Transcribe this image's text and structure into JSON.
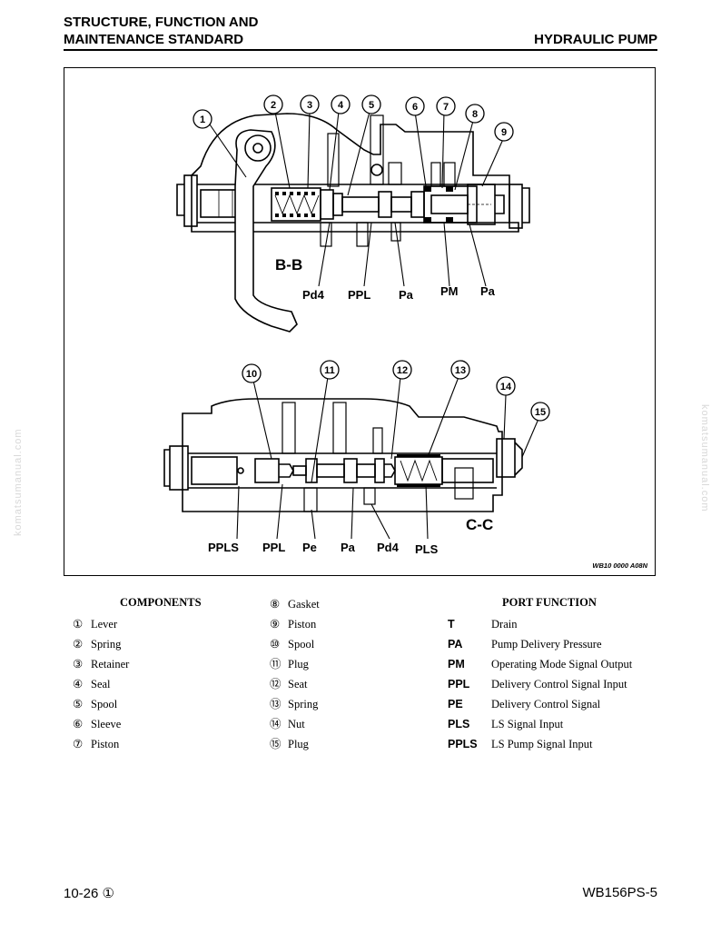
{
  "header": {
    "left_line1": "STRUCTURE, FUNCTION AND",
    "left_line2": "MAINTENANCE STANDARD",
    "right": "HYDRAULIC PUMP"
  },
  "watermark": "komatsumanual.com",
  "figure": {
    "id": "WB10 0000 A08N",
    "section_bb": "B-B",
    "section_cc": "C-C",
    "bb_ports": [
      "Pd4",
      "PPL",
      "Pa",
      "PM",
      "Pa"
    ],
    "cc_ports": [
      "PPLS",
      "PPL",
      "Pe",
      "Pa",
      "Pd4",
      "PLS"
    ],
    "bb_callouts": [
      "1",
      "2",
      "3",
      "4",
      "5",
      "6",
      "7",
      "8",
      "9"
    ],
    "cc_callouts": [
      "10",
      "11",
      "12",
      "13",
      "14",
      "15"
    ]
  },
  "components": {
    "heading": "COMPONENTS",
    "items": [
      {
        "num": "①",
        "name": "Lever"
      },
      {
        "num": "②",
        "name": "Spring"
      },
      {
        "num": "③",
        "name": "Retainer"
      },
      {
        "num": "④",
        "name": "Seal"
      },
      {
        "num": "⑤",
        "name": "Spool"
      },
      {
        "num": "⑥",
        "name": "Sleeve"
      },
      {
        "num": "⑦",
        "name": "Piston"
      },
      {
        "num": "⑧",
        "name": "Gasket"
      },
      {
        "num": "⑨",
        "name": "Piston"
      },
      {
        "num": "⑩",
        "name": "Spool"
      },
      {
        "num": "⑪",
        "name": "Plug"
      },
      {
        "num": "⑫",
        "name": "Seat"
      },
      {
        "num": "⑬",
        "name": "Spring"
      },
      {
        "num": "⑭",
        "name": "Nut"
      },
      {
        "num": "⑮",
        "name": "Plug"
      }
    ]
  },
  "ports": {
    "heading": "PORT FUNCTION",
    "items": [
      {
        "code": "T",
        "desc": "Drain"
      },
      {
        "code": "PA",
        "desc": "Pump Delivery Pressure"
      },
      {
        "code": "PM",
        "desc": "Operating Mode Signal Output"
      },
      {
        "code": "PPL",
        "desc": "Delivery Control Signal Input"
      },
      {
        "code": "PE",
        "desc": "Delivery Control Signal"
      },
      {
        "code": "PLS",
        "desc": "LS Signal Input"
      },
      {
        "code": "PPLS",
        "desc": "LS Pump Signal Input"
      }
    ]
  },
  "footer": {
    "page": "10-26 ①",
    "model": "WB156PS-5"
  }
}
